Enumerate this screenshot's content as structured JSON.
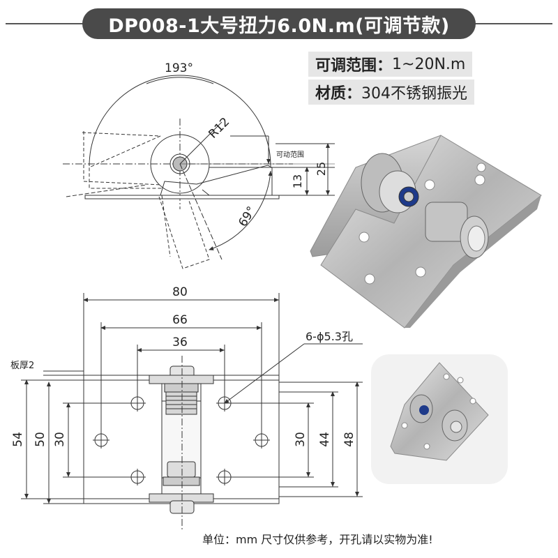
{
  "title": "DP008-1大号扭力6.0N.m(可调节款)",
  "specs": [
    {
      "label": "可调范围：",
      "value": "1~20N.m"
    },
    {
      "label": "材质：",
      "value": "304不锈钢振光"
    }
  ],
  "side_view": {
    "angle_top": "193°",
    "radius": "R12",
    "range_label": "可动范围",
    "angle_bottom": "69°",
    "dim_13": "13",
    "dim_25": "25"
  },
  "front_view": {
    "dim_80": "80",
    "dim_66": "66",
    "dim_36": "36",
    "hole_label": "6-ϕ5.3孔",
    "thickness": "板厚2",
    "dim_54": "54",
    "dim_50": "50",
    "dim_30_left": "30",
    "dim_30_right": "30",
    "dim_44": "44",
    "dim_48": "48"
  },
  "footer": "单位：mm   尺寸仅供参考，开孔请以实物为准!",
  "colors": {
    "title_bg": "#4a4a4a",
    "spec_bg": "#e6e6e6",
    "steel": "#b8b8b8"
  }
}
